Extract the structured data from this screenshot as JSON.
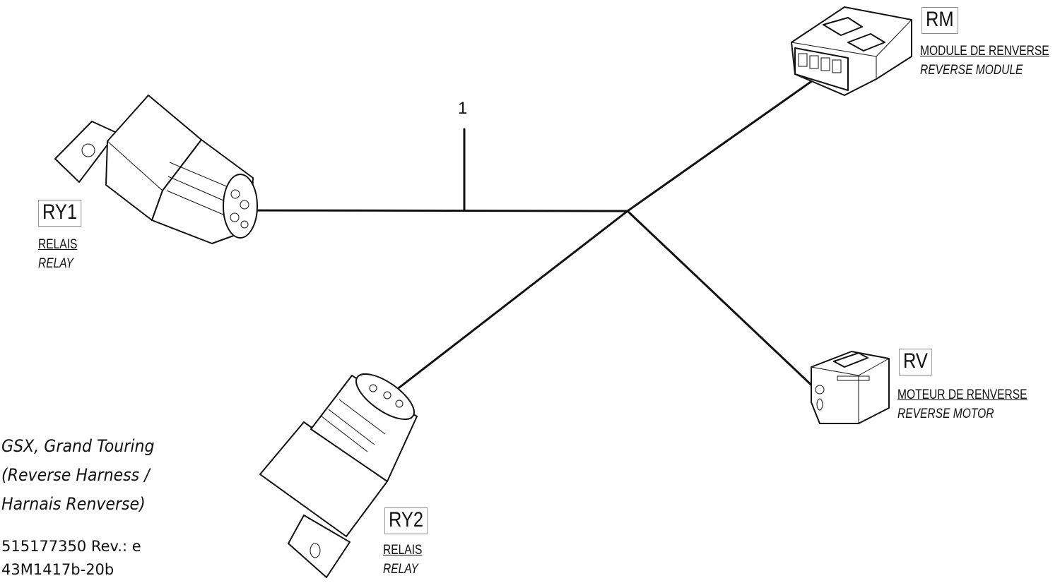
{
  "callout": "1",
  "connectors": {
    "ry1": {
      "code": "RY1",
      "name_fr": "RELAIS",
      "name_en": "RELAY"
    },
    "ry2": {
      "code": "RY2",
      "name_fr": "RELAIS",
      "name_en": "RELAY"
    },
    "rm": {
      "code": "RM",
      "name_fr": "MODULE DE RENVERSE",
      "name_en": "REVERSE MODULE"
    },
    "rv": {
      "code": "RV",
      "name_fr": "MOTEUR DE RENVERSE",
      "name_en": "REVERSE MOTOR"
    }
  },
  "title": {
    "line1": "GSX, Grand Touring",
    "line2": "(Reverse Harness /",
    "line3": "Harnais Renverse)"
  },
  "part_number": "515177350 Rev.: e",
  "drawing_number": "43M1417b-20b"
}
